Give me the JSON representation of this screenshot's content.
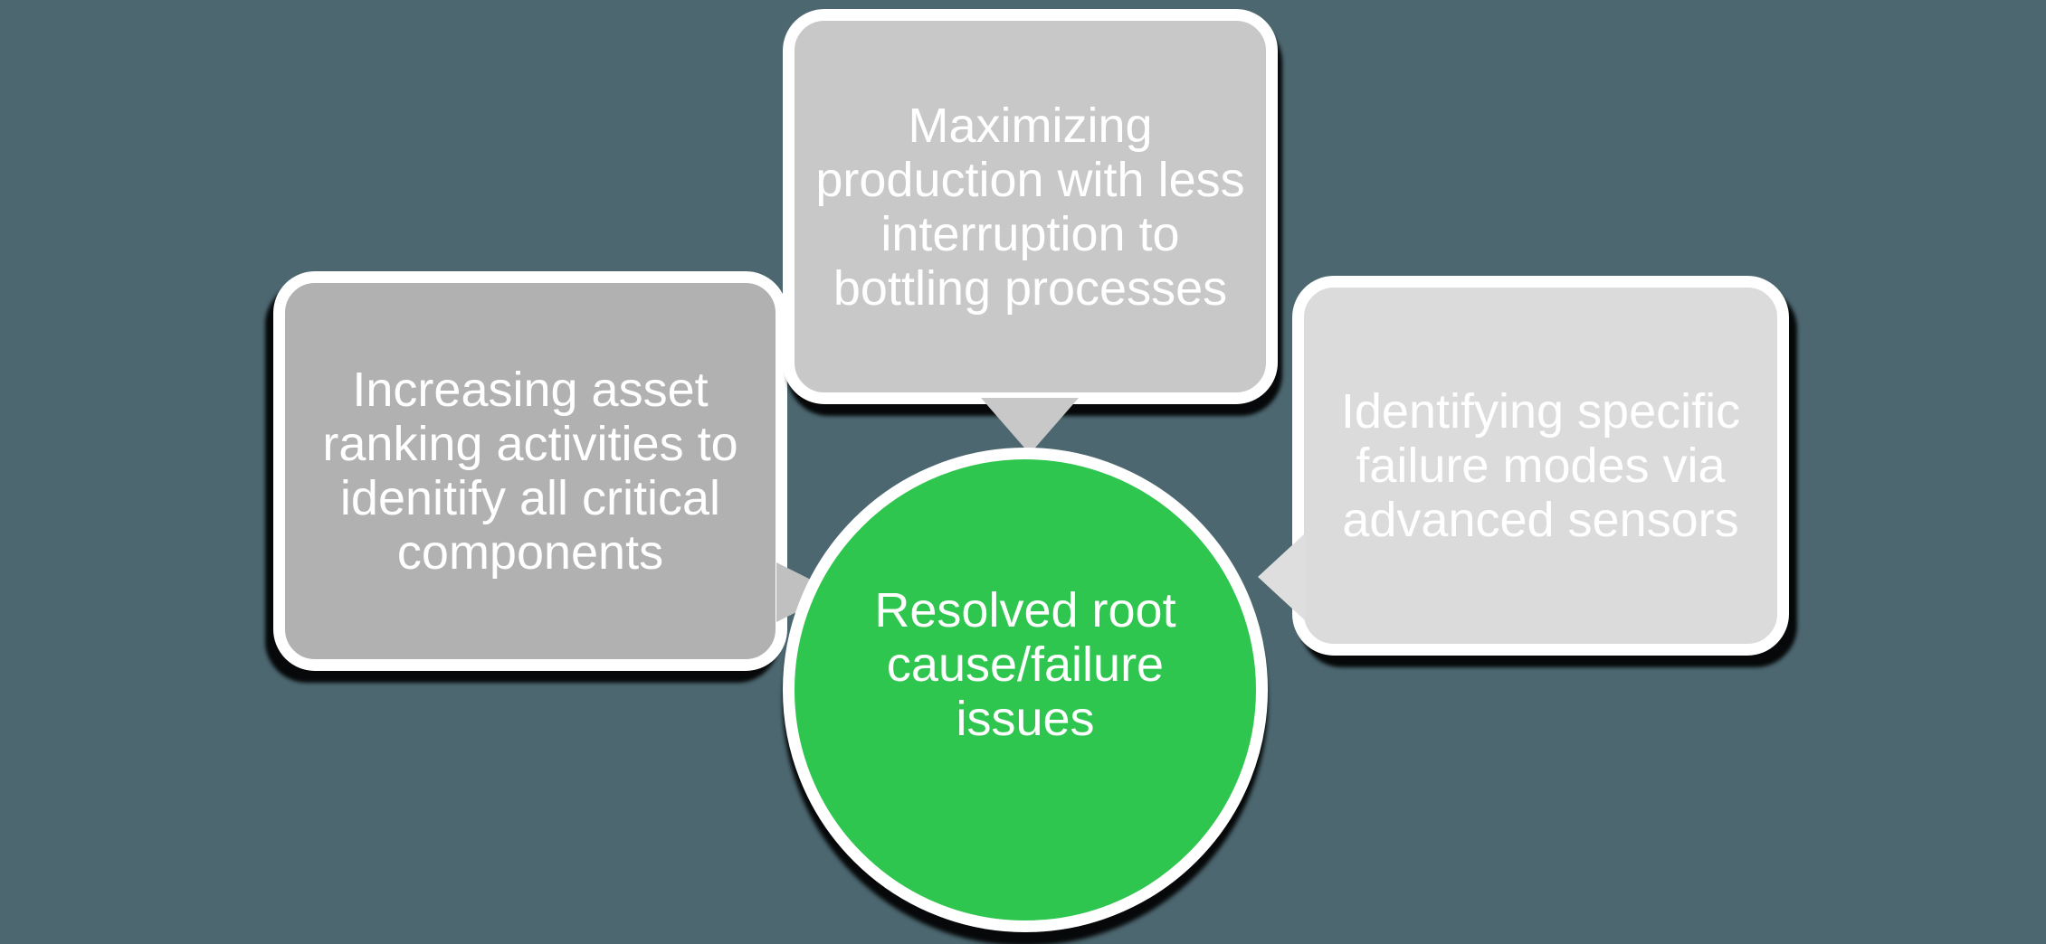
{
  "canvas": {
    "background_color": "#4c6770"
  },
  "diagram": {
    "type": "converging-radial-smartart",
    "center": {
      "label": "Resolved root\ncause/failure\nissues",
      "fill_color": "#2fc64f",
      "border_color": "#ffffff",
      "text_color": "#ffffff"
    },
    "nodes": [
      {
        "id": "left",
        "label": "Increasing asset\nranking activities to\nidenitify all critical\ncomponents",
        "fill_color": "#b1b1b1",
        "border_color": "#ffffff",
        "text_color": "#ffffff"
      },
      {
        "id": "top",
        "label": "Maximizing\nproduction with less\ninterruption to\nbottling processes",
        "fill_color": "#c8c8c8",
        "border_color": "#ffffff",
        "text_color": "#ffffff"
      },
      {
        "id": "right",
        "label": "Identifying specific\nfailure modes via\nadvanced sensors",
        "fill_color": "#dbdbdb",
        "border_color": "#ffffff",
        "text_color": "#ffffff"
      }
    ],
    "connectors": [
      {
        "id": "top",
        "direction": "down",
        "fill_color": "#c8c8c8"
      },
      {
        "id": "left",
        "direction": "right",
        "fill_color": "#c0c0c0"
      },
      {
        "id": "right",
        "direction": "left",
        "fill_color": "#dedede"
      }
    ]
  }
}
